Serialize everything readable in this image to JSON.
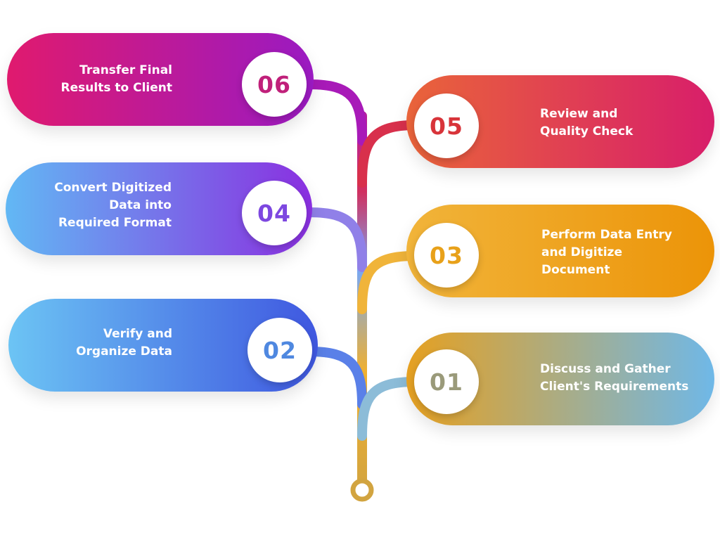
{
  "steps": [
    {
      "number": "01",
      "label_lines": [
        "Discuss and Gather",
        "Client's Requirements"
      ],
      "number_color": "#9a9a7a",
      "gradient_start": "#e6a020",
      "gradient_end": "#6fb8e8"
    },
    {
      "number": "02",
      "label_lines": [
        "Verify and",
        "Organize Data"
      ],
      "number_color": "#4f88e0",
      "gradient_start": "#6cc4f4",
      "gradient_end": "#3f57e0"
    },
    {
      "number": "03",
      "label_lines": [
        "Perform Data Entry",
        "and Digitize",
        "Document"
      ],
      "number_color": "#e8a11a",
      "gradient_start": "#f1b43a",
      "gradient_end": "#ec9408"
    },
    {
      "number": "04",
      "label_lines": [
        "Convert Digitized",
        "Data into",
        "Required Format"
      ],
      "number_color": "#7d47e0",
      "gradient_start": "#62b8f4",
      "gradient_end": "#8a2fe0"
    },
    {
      "number": "05",
      "label_lines": [
        "Review and",
        "Quality Check"
      ],
      "number_color": "#d8343a",
      "gradient_start": "#e9643a",
      "gradient_end": "#d81e6a"
    },
    {
      "number": "06",
      "label_lines": [
        "Transfer Final",
        "Results to Client"
      ],
      "number_color": "#c0207a",
      "gradient_start": "#e01a6e",
      "gradient_end": "#9a1ac2"
    }
  ]
}
